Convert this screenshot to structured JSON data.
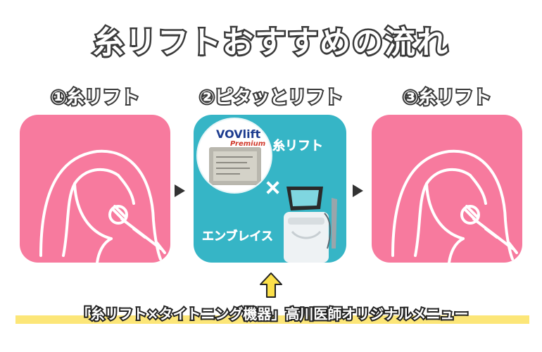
{
  "title": "糸リフトおすすめの流れ",
  "steps": [
    {
      "label": "①糸リフト"
    },
    {
      "label": "②ピタッとリフト"
    },
    {
      "label": "③糸リフト"
    }
  ],
  "center": {
    "product_brand": "VOVlift",
    "product_sub": "Premium",
    "thread_label": "糸リフト",
    "times": "×",
    "device_label": "エンブレイス"
  },
  "bottom_text": "「糸リフト×タイトニング機器」高川医師オリジナルメニュー",
  "colors": {
    "tile_pink": "#f77a9e",
    "tile_teal": "#36b5c6",
    "up_arrow": "#fce04a",
    "highlight": "#fce678"
  }
}
